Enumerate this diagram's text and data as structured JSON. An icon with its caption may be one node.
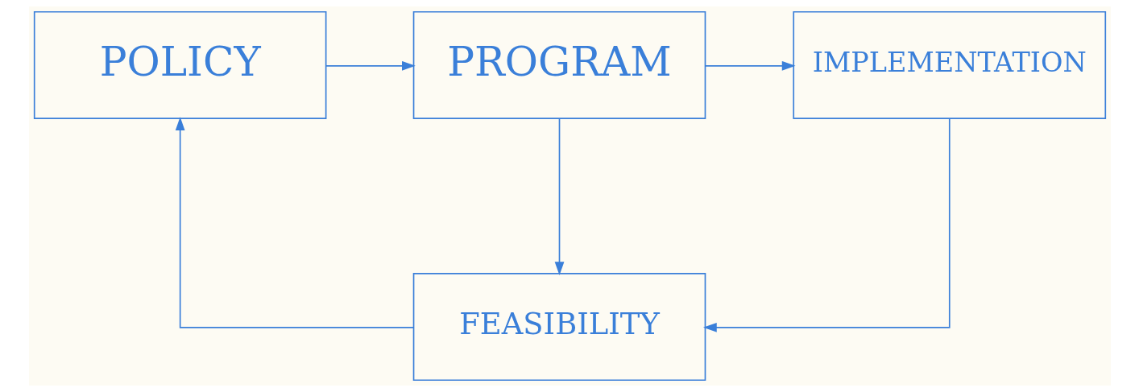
{
  "diagram": {
    "nodes": [
      {
        "text": [
          "POLICY"
        ]
      },
      {
        "text": [
          "PROGRAM"
        ]
      },
      {
        "text": [
          "IMPLEMENTATION"
        ]
      },
      {
        "text": [
          "FEASIBILITY"
        ]
      }
    ],
    "edges": [
      {
        "from": 0,
        "to": 1,
        "arrow": "to"
      },
      {
        "from": 1,
        "to": 2,
        "arrow": "to"
      },
      {
        "from": 1,
        "to": 3,
        "arrow": "to"
      },
      {
        "from": 2,
        "to": 3,
        "arrow": "to"
      },
      {
        "from": 3,
        "to": 0,
        "arrow": "to"
      }
    ]
  }
}
